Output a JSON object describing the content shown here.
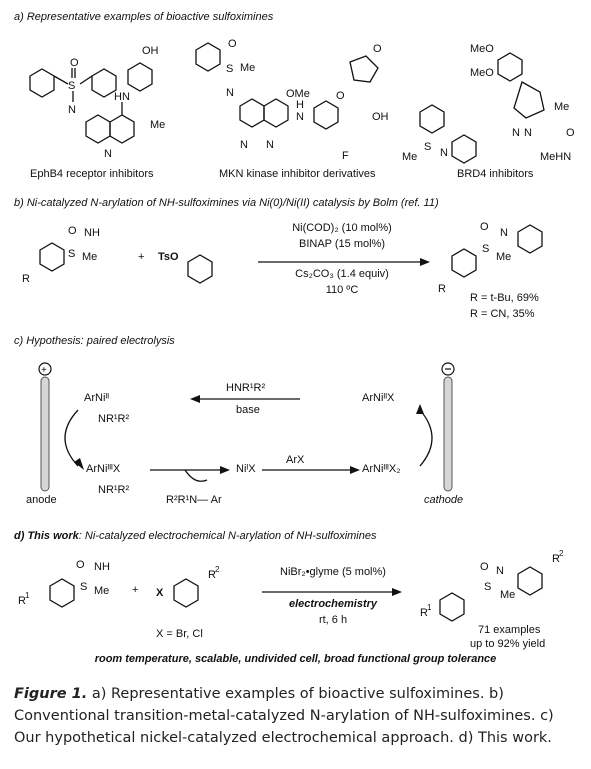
{
  "panel_a": {
    "heading": "a) Representative examples of bioactive sulfoximines",
    "label_1": "EphB4 receptor inhibitors",
    "label_2": "MKN kinase inhibitor derivatives",
    "label_3": "BRD4 inhibitors"
  },
  "panel_b": {
    "heading": "b) Ni-catalyzed N-arylation of NH-sulfoximines via Ni(0)/Ni(II) catalysis by Bolm (ref. 11)",
    "cond_1": "Ni(COD)₂ (10 mol%)",
    "cond_2": "BINAP (15 mol%)",
    "cond_3": "Cs₂CO₃ (1.4 equiv)",
    "cond_4": "110 ºC",
    "plus": "+",
    "reagent": "TsO",
    "result_1": "R = t-Bu, 69%",
    "result_2": "R = CN, 35%"
  },
  "panel_c": {
    "heading": "c) Hypothesis: paired electrolysis",
    "anode": "anode",
    "cathode": "cathode",
    "amine": "HNR¹R²",
    "base": "base",
    "arx": "ArX",
    "species_1": "ArNiᴵᴵ",
    "species_1_sub": "NR¹R²",
    "species_2": "ArNiᴵᴵᴵX",
    "species_2_sub": "NR¹R²",
    "species_3": "NiᴵX",
    "species_4": "ArNiᴵᴵᴵX₂",
    "species_5": "ArNiᴵᴵX",
    "product": "R²R¹N— Ar"
  },
  "panel_d": {
    "heading_bold": "d) This work",
    "heading_rest": ": Ni-catalyzed electrochemical N-arylation of NH-sulfoximines",
    "cond_1": "NiBr₂•glyme (5 mol%)",
    "cond_2": "electrochemistry",
    "cond_3": "rt, 6 h",
    "plus": "+",
    "x_def": "X = Br, Cl",
    "result_1": "71 examples",
    "result_2": "up to 92% yield",
    "footer": "room temperature, scalable, undivided cell, broad functional group tolerance"
  },
  "caption": {
    "label": "Figure 1.",
    "text": " a) Representative examples of bioactive sulfoximines. b) Conventional transition-metal-catalyzed N-arylation of NH-sulfoximines. c) Our hypothetical nickel-catalyzed electrochemical approach. d) This work."
  }
}
